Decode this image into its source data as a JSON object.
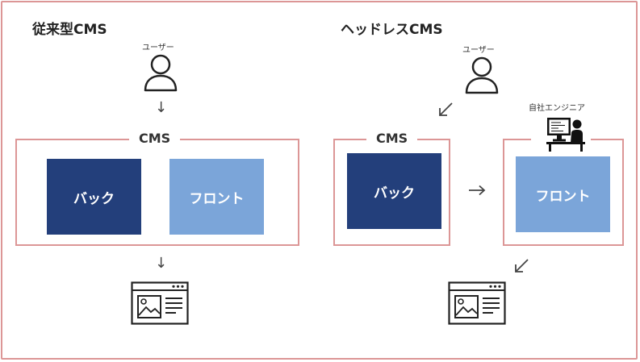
{
  "traditional": {
    "title": "従来型CMS",
    "user_label": "ユーザー",
    "cms_label": "CMS",
    "back_label": "バック",
    "front_label": "フロント"
  },
  "headless": {
    "title": "ヘッドレスCMS",
    "user_label": "ユーザー",
    "engineer_label": "自社エンジニア",
    "cms_label": "CMS",
    "back_label": "バック",
    "front_label": "フロント"
  },
  "colors": {
    "border": "#dc9696",
    "back_block": "#233f7b",
    "front_block": "#7ba5d9"
  },
  "icons": [
    "user-icon",
    "arrow-down-icon",
    "arrow-down-left-icon",
    "arrow-right-icon",
    "engineer-computer-icon",
    "webpage-icon"
  ]
}
